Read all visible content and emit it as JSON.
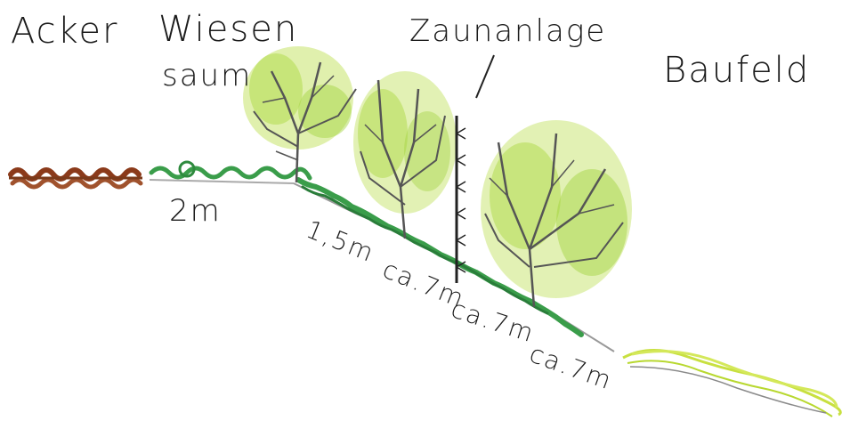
{
  "labels": {
    "acker": "Acker",
    "wiesen": "Wiesen",
    "saum": "saum",
    "zaunanlage": "Zaunanlage",
    "baufeld": "Baufeld"
  },
  "measurements": {
    "meadow_width": "2m",
    "section_1": "1,5m",
    "section_2": "ca.7m",
    "section_3": "ca.7m",
    "section_4": "ca.7m"
  },
  "colors": {
    "field_brown": "#a0522d",
    "meadow_green": "#3a9d4a",
    "shrub_light_green": "#a8d63a",
    "branch_gray": "#5a5a5a",
    "baufeld_yellow_green": "#d4e85a"
  }
}
